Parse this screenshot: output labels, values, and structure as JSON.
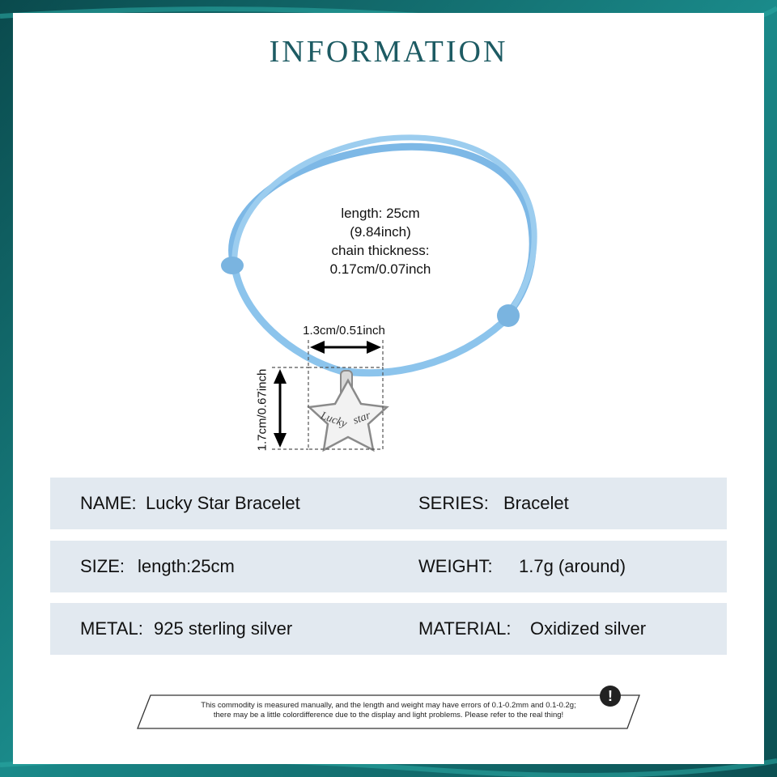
{
  "header": {
    "title": "INFORMATION"
  },
  "product_image": {
    "engraving_line1": "Lucky",
    "engraving_line2": "star",
    "dimensions": {
      "length": "length: 25cm",
      "length_inch": "(9.84inch)",
      "thickness_label": "chain thickness:",
      "thickness_value": "0.17cm/0.07inch",
      "charm_width": "1.3cm/0.51inch",
      "charm_height": "1.7cm/0.67inch"
    }
  },
  "specs": [
    {
      "left_label": "NAME:",
      "left_value": "Lucky Star Bracelet",
      "right_label": "SERIES:",
      "right_value": "Bracelet"
    },
    {
      "left_label": "SIZE:",
      "left_value": "length:25cm",
      "right_label": "WEIGHT:",
      "right_value": "1.7g (around)"
    },
    {
      "left_label": "METAL:",
      "left_value": "925 sterling silver",
      "right_label": "MATERIAL:",
      "right_value": "Oxidized silver"
    }
  ],
  "footer": {
    "note_line1": "This commodity is measured manually, and the length and weight may have errors of 0.1-0.2mm and 0.1-0.2g;",
    "note_line2": "there may be a little colordifference due to the display and light problems. Please refer to the real thing!",
    "warning_icon": "exclamation-circle-icon"
  },
  "colors": {
    "title": "#1d5b63",
    "row_bg": "#e2e9f0",
    "cord": "#8cc4ec",
    "frame": "#0f5a5c"
  }
}
